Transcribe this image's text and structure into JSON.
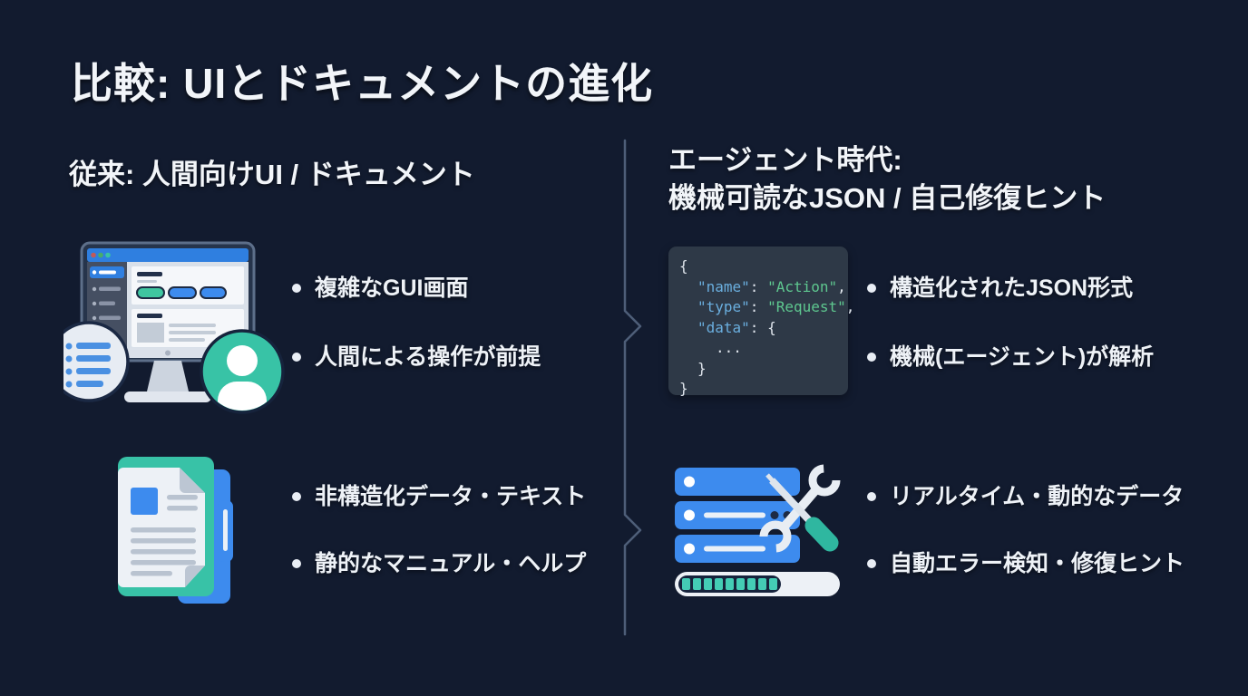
{
  "slide": {
    "title": "比較: UIとドキュメントの進化",
    "background_color": "#121b2f",
    "text_color": "#f2f5f9",
    "accent_blue": "#3d8bee",
    "accent_teal": "#38c2a7",
    "divider_color": "#4e5e78"
  },
  "left_column": {
    "heading": "従来: 人間向けUI / ドキュメント",
    "row1": {
      "icon": "desktop-gui-illustration",
      "bullets": [
        "複雑なGUI画面",
        "人間による操作が前提"
      ]
    },
    "row2": {
      "icon": "documents-illustration",
      "bullets": [
        "非構造化データ・テキスト",
        "静的なマニュアル・ヘルプ"
      ]
    }
  },
  "right_column": {
    "heading_line1": "エージェント時代:",
    "heading_line2": "機械可読なJSON / 自己修復ヒント",
    "row1": {
      "icon": "json-code-block",
      "bullets": [
        "構造化されたJSON形式",
        "機械(エージェント)が解析"
      ]
    },
    "row2": {
      "icon": "server-tools-illustration",
      "bullets": [
        "リアルタイム・動的なデータ",
        "自動エラー検知・修復ヒント"
      ]
    }
  },
  "code_block": {
    "colors": {
      "background": "#2e3947",
      "key": "#6aaede",
      "string": "#5ec78f",
      "punctuation": "#dfe5ec"
    },
    "open_brace": "{",
    "name_key": "\"name\"",
    "sep": ": ",
    "name_val": "\"Action\"",
    "comma": ",",
    "type_key": "\"type\"",
    "type_val": "\"Request\"",
    "data_key": "\"data\"",
    "data_open": "{",
    "ellipsis": "...",
    "inner_close": "}",
    "close_brace": "}"
  }
}
